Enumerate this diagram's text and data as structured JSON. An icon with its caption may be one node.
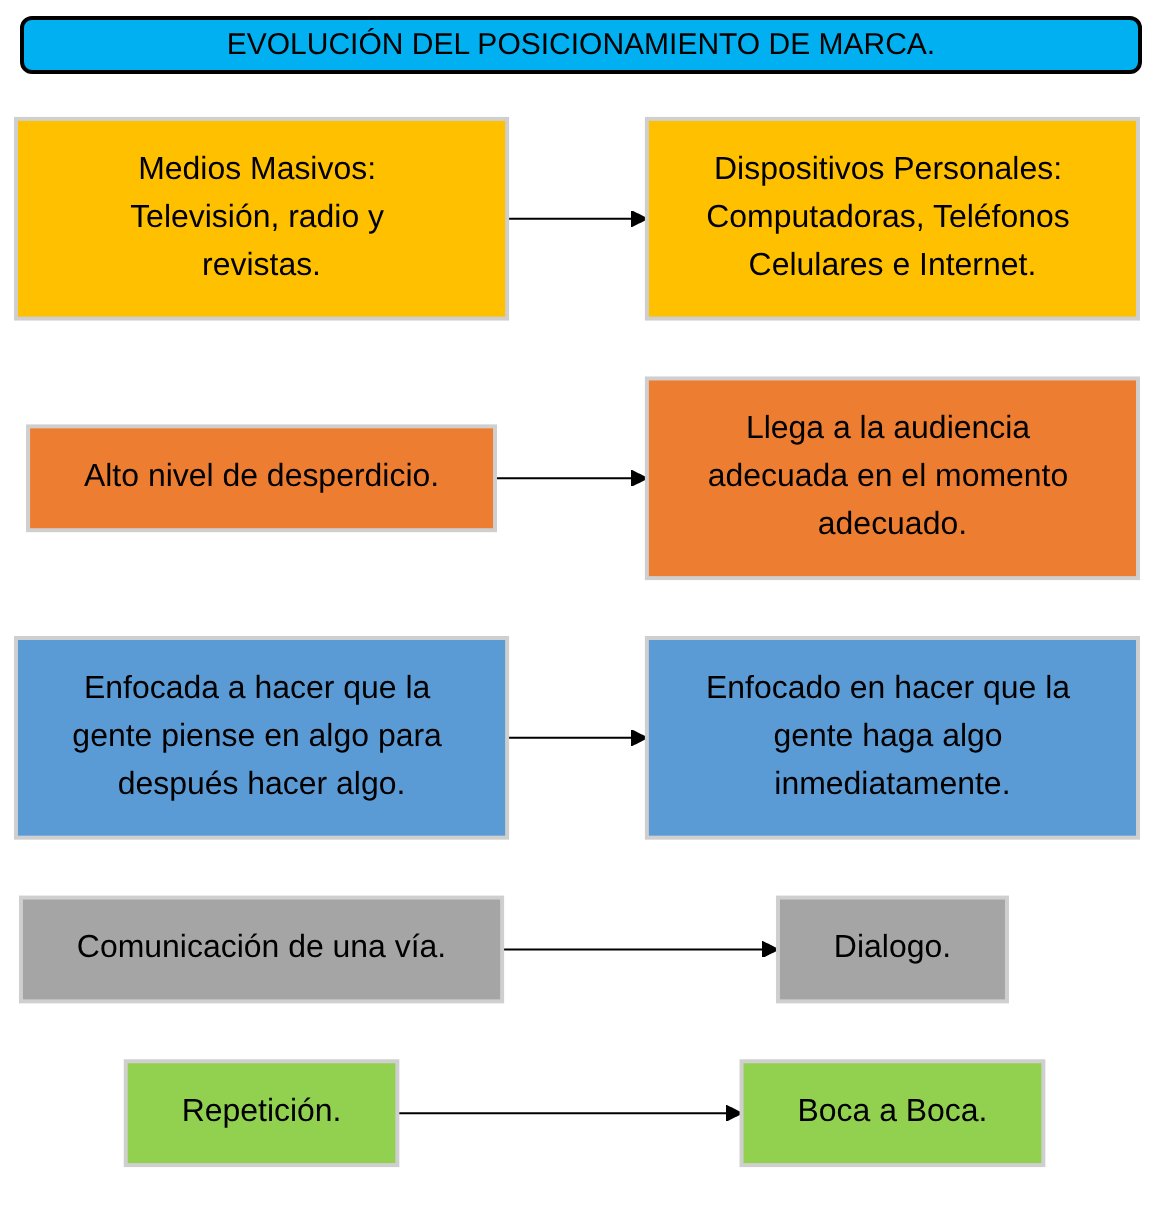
{
  "diagram": {
    "title": "EVOLUCIÓN DEL POSICIONAMIENTO DE MARCA.",
    "nodes": [
      {
        "text": [
          "Medios Masivos: Televisión, radio y revistas."
        ]
      },
      {
        "text": [
          "Dispositivos Personales: Computadoras, Teléfonos Celulares e Internet."
        ]
      },
      {
        "text": [
          "Alto nivel de desperdicio."
        ]
      },
      {
        "text": [
          "Llega a la audiencia adecuada en el momento adecuado."
        ]
      },
      {
        "text": [
          "Enfocada a hacer que la gente piense en algo para después hacer algo."
        ]
      },
      {
        "text": [
          "Enfocado en hacer que la gente haga algo inmediatamente."
        ]
      },
      {
        "text": [
          "Comunicación de una vía."
        ]
      },
      {
        "text": [
          "Dialogo."
        ]
      },
      {
        "text": [
          "Repetición."
        ]
      },
      {
        "text": [
          "Boca a Boca."
        ]
      }
    ],
    "edges": [
      {
        "from": 0,
        "to": 1,
        "arrow": "to"
      },
      {
        "from": 2,
        "to": 3,
        "arrow": "to"
      },
      {
        "from": 4,
        "to": 5,
        "arrow": "to"
      },
      {
        "from": 6,
        "to": 7,
        "arrow": "to"
      },
      {
        "from": 8,
        "to": 9,
        "arrow": "to"
      }
    ]
  }
}
